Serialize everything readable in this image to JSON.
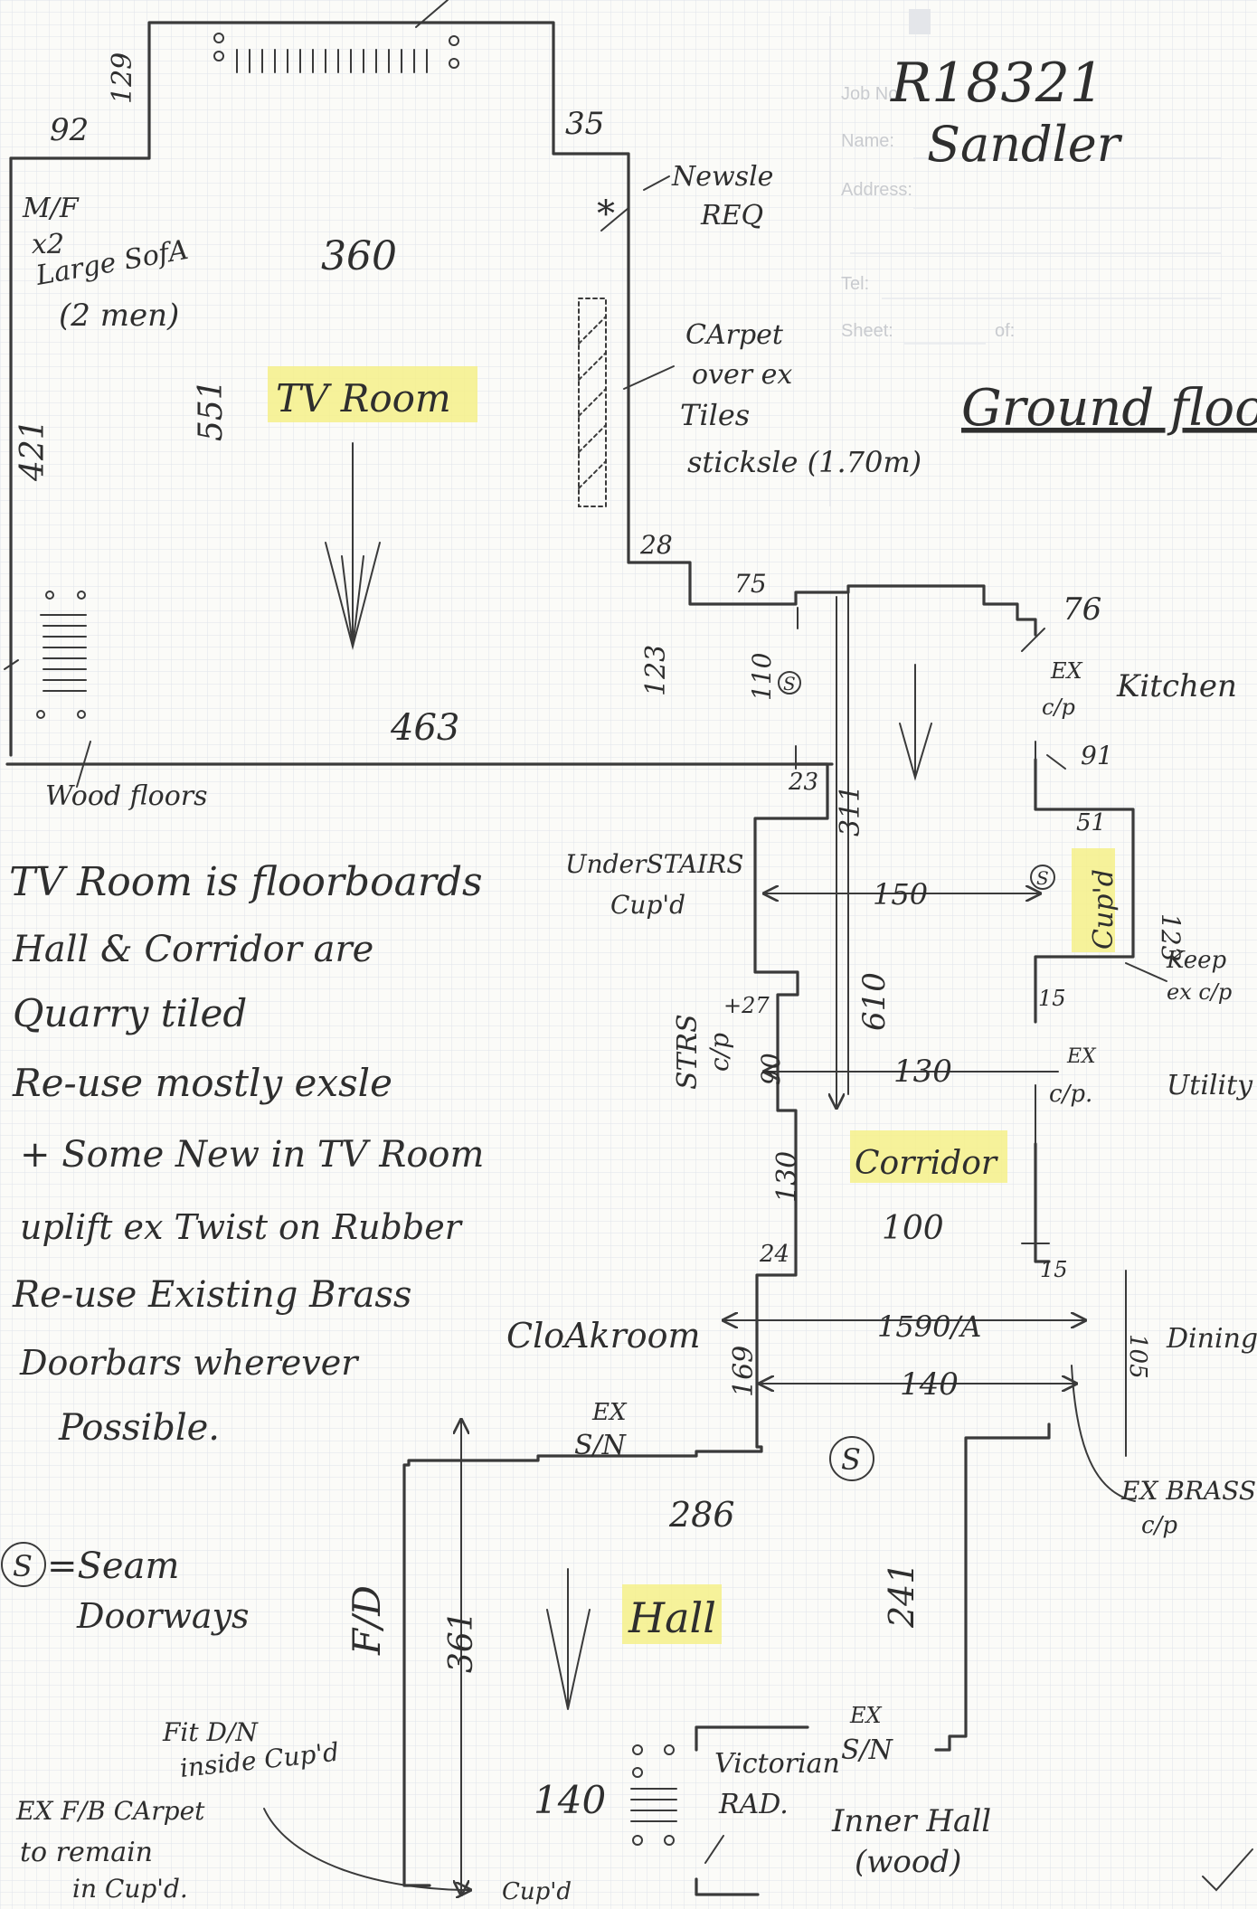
{
  "header": {
    "job_no": "R18321",
    "name": "Sandler",
    "floor": "Ground floor",
    "form_labels": [
      "Job No:",
      "Name:",
      "Address:",
      "Tel:",
      "Sheet:",
      "of:"
    ]
  },
  "rooms": {
    "tv_room": "TV Room",
    "kitchen": "Kitchen",
    "corridor": "Corridor",
    "utility": "Utility Room",
    "dining": "Dining Room",
    "hall": "Hall",
    "cloakroom": "CloAkroom",
    "inner_hall": "Inner Hall",
    "inner_hall_sub": "(wood)",
    "cupd": "Cup'd",
    "understairs": "UnderSTAIRS",
    "understairs2": "Cup'd"
  },
  "dims": {
    "d129": "129",
    "d92": "92",
    "d35": "35",
    "d360": "360",
    "d551": "551",
    "d421": "421",
    "d463": "463",
    "d28": "28",
    "d75": "75",
    "d76": "76",
    "d123a": "123",
    "d110": "110",
    "d23": "23",
    "d311": "311",
    "d91": "91",
    "d51": "51",
    "d123b": "123",
    "d150": "150",
    "d610": "610",
    "d27": "+27",
    "d90": "90",
    "d130a": "130",
    "d15a": "15",
    "d130b": "130",
    "d100": "100",
    "d24": "24",
    "d15b": "15",
    "d1590a": "1590/A",
    "d169": "169",
    "d140a": "140",
    "d105": "105",
    "d286": "286",
    "d361": "361",
    "d241": "241",
    "d140b": "140"
  },
  "notes": {
    "mf_1": "M/F",
    "mf_2": "x2",
    "mf_3": "Large SofA",
    "mf_4": "(2 men)",
    "newsle_1": "Newsle",
    "newsle_2": "REQ",
    "carpet_1": "CArpet",
    "carpet_2": "over ex",
    "carpet_3": "Tiles",
    "carpet_4": "sticksle (1.70m)",
    "wood_floors": "Wood floors",
    "ex_cp_kitchen_1": "EX",
    "ex_cp_kitchen_2": "c/p",
    "keep_ex_1": "Keep",
    "keep_ex_2": "ex c/p",
    "strs_cp_1": "STRS",
    "strs_cp_2": "c/p",
    "ex_cp_util_1": "EX",
    "ex_cp_util_2": "c/p.",
    "ex_sn_hall_1": "EX",
    "ex_sn_hall_2": "S/N",
    "ex_brass_1": "EX BRASS",
    "ex_brass_2": "c/p",
    "fd": "F/D",
    "ex_sn_inner_1": "EX",
    "ex_sn_inner_2": "S/N",
    "victorian_1": "Victorian",
    "victorian_2": "RAD.",
    "fit_dn_1": "Fit D/N",
    "fit_dn_2": "inside Cup'd",
    "ex_fb_1": "EX F/B CArpet",
    "ex_fb_2": "to remain",
    "ex_fb_3": "in Cup'd.",
    "seam_symbol": "S",
    "seam_legend_1": "=Seam",
    "seam_legend_2": "Doorways"
  },
  "instructions": [
    "TV Room is floorboards",
    "Hall & Corridor are",
    "Quarry tiled",
    "Re-use mostly exsle",
    "+ Some New in TV Room",
    "uplift ex Twist on Rubber",
    "Re-use Existing Brass",
    "Doorbars wherever",
    "Possible."
  ],
  "colors": {
    "ink": "#2e2e2e",
    "highlight": "#f5f08a",
    "grid": "#dfe3ea"
  }
}
